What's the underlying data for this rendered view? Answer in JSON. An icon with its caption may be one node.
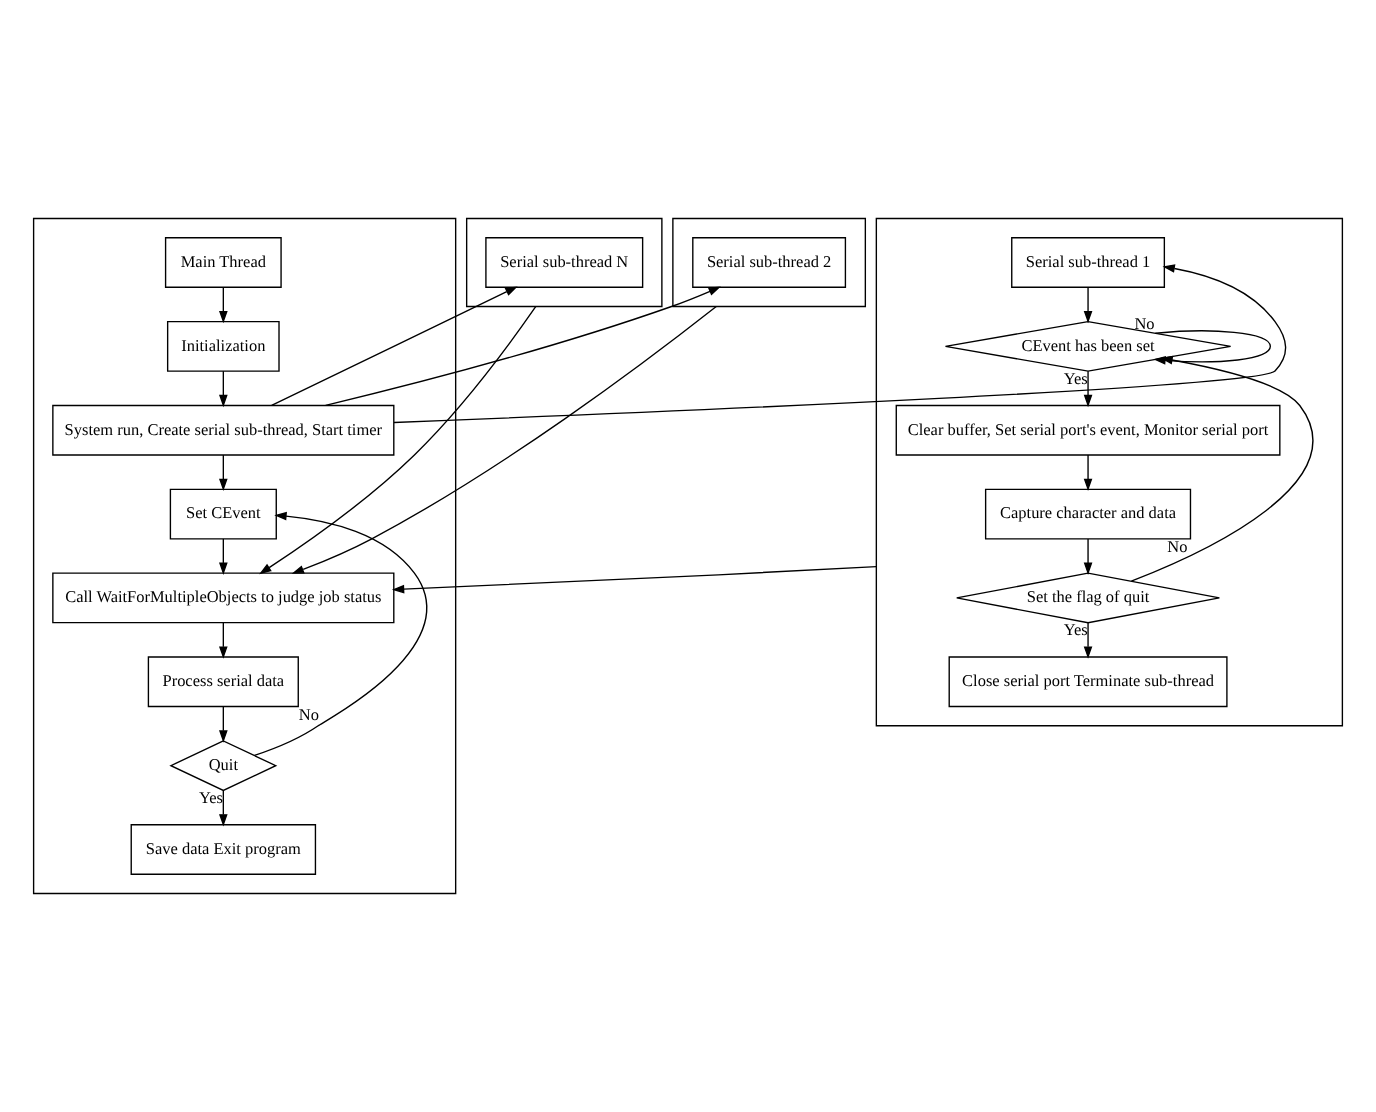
{
  "diagram": {
    "nodes": [
      {
        "text": [],
        "shape": "box"
      },
      {
        "text": [
          "Main Thread"
        ],
        "in": 0
      },
      {
        "text": [
          "Initialization"
        ],
        "in": 0
      },
      {
        "text": [
          "System run, Create serial sub-thread, Start timer"
        ],
        "in": 0
      },
      {
        "text": [
          "Set CEvent"
        ],
        "in": 0
      },
      {
        "text": [
          "Call WaitForMultipleObjects to judge job status"
        ],
        "in": 0
      },
      {
        "text": [
          "Process serial data"
        ],
        "in": 0
      },
      {
        "text": [
          "Quit"
        ],
        "in": 0
      },
      {
        "text": [
          "Save data Exit program"
        ],
        "in": 0
      },
      {
        "text": [],
        "shape": "box"
      },
      {
        "text": [
          "Serial sub-thread N"
        ],
        "in": 9
      },
      {
        "text": [],
        "shape": "box"
      },
      {
        "text": [
          "Serial sub-thread 2"
        ],
        "in": 11
      },
      {
        "text": [],
        "shape": "box"
      },
      {
        "text": [
          "Serial sub-thread 1"
        ],
        "in": 13
      },
      {
        "text": [
          "CEvent has been set"
        ],
        "in": 13
      },
      {
        "text": [
          "Clear buffer, Set serial port's event, Monitor serial port"
        ],
        "in": 13
      },
      {
        "text": [
          "Capture character and data"
        ],
        "in": 13
      },
      {
        "text": [
          "Set the flag of quit"
        ],
        "in": 13
      },
      {
        "text": [
          "Close serial port Terminate sub-thread"
        ],
        "in": 13
      }
    ],
    "edges": [
      {
        "from": 1,
        "to": 2,
        "arrow": "to"
      },
      {
        "from": 2,
        "to": 3,
        "arrow": "to"
      },
      {
        "from": 3,
        "to": 4,
        "arrow": "to"
      },
      {
        "from": 4,
        "to": 5,
        "arrow": "to"
      },
      {
        "from": 5,
        "to": 6,
        "arrow": "to"
      },
      {
        "from": 6,
        "to": 7,
        "arrow": "to"
      },
      {
        "from": 7,
        "to": 8,
        "arrow": "to",
        "label": "Yes"
      },
      {
        "from": 7,
        "to": 4,
        "arrow": "to",
        "label": "No"
      },
      {
        "from": 3,
        "to": 10,
        "arrow": "to"
      },
      {
        "from": 3,
        "to": 12,
        "arrow": "to"
      },
      {
        "from": 3,
        "to": 14,
        "arrow": "to"
      },
      {
        "from": 9,
        "to": 5,
        "arrow": "to"
      },
      {
        "from": 11,
        "to": 5,
        "arrow": "to"
      },
      {
        "from": 13,
        "to": 5,
        "arrow": "to"
      },
      {
        "from": 14,
        "to": 15,
        "arrow": "to"
      },
      {
        "from": 15,
        "to": 16,
        "arrow": "to",
        "label": "Yes"
      },
      {
        "from": 15,
        "to": 15,
        "arrow": "to",
        "label": "No"
      },
      {
        "from": 16,
        "to": 17,
        "arrow": "to"
      },
      {
        "from": 17,
        "to": 18,
        "arrow": "to"
      },
      {
        "from": 18,
        "to": 15,
        "arrow": "to",
        "label": "No"
      },
      {
        "from": 18,
        "to": 19,
        "arrow": "to",
        "label": "Yes"
      }
    ]
  }
}
